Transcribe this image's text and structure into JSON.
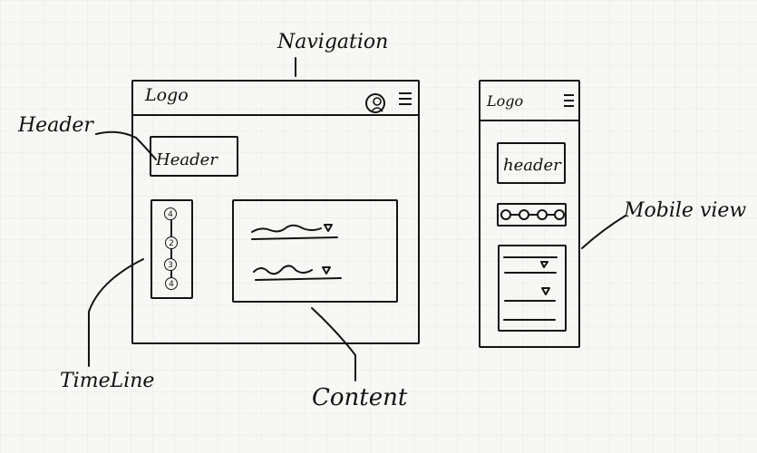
{
  "annotations": {
    "navigation": "Navigation",
    "header": "Header",
    "timeline": "TimeLine",
    "content": "Content",
    "mobile_view": "Mobile view"
  },
  "desktop": {
    "logo": "Logo",
    "header_box": "Header",
    "timeline_steps": [
      "4",
      "2",
      "3",
      "4"
    ],
    "icons": [
      "user-avatar-icon",
      "hamburger-menu-icon"
    ]
  },
  "mobile": {
    "logo": "Logo",
    "header_box": "header",
    "icons": [
      "hamburger-menu-icon"
    ]
  }
}
